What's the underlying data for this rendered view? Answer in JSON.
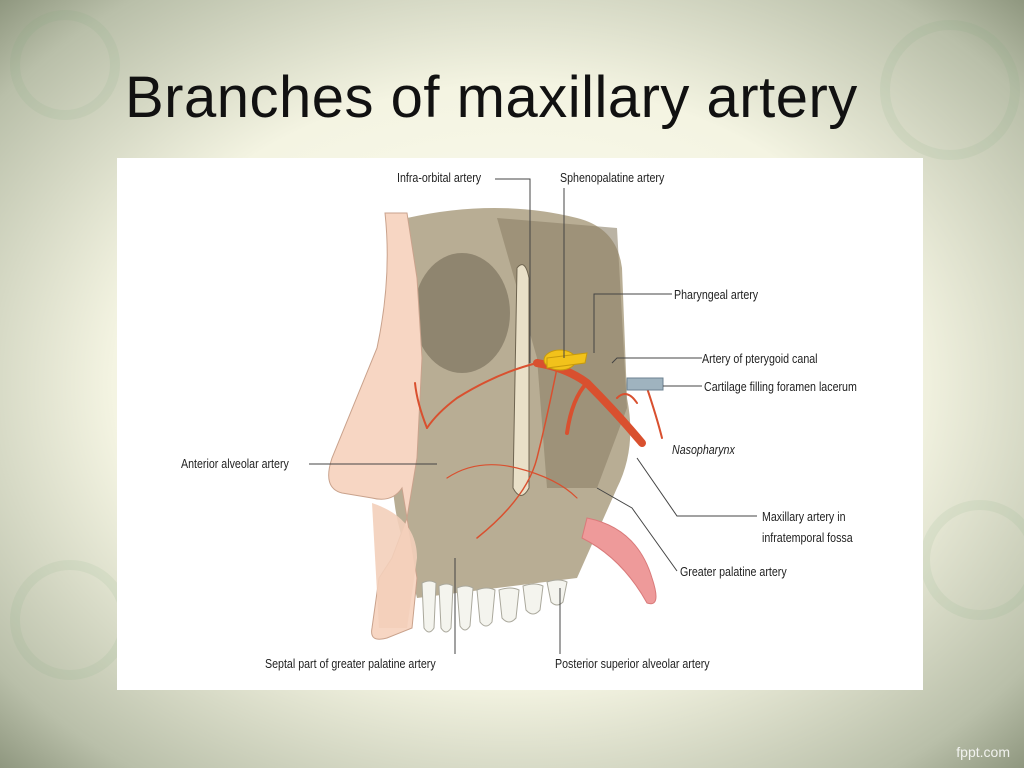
{
  "slide": {
    "title": "Branches of maxillary artery",
    "footer": "fppt.com"
  },
  "labels": {
    "infra_orbital": "Infra-orbital artery",
    "sphenopalatine": "Sphenopalatine artery",
    "pharyngeal": "Pharyngeal artery",
    "pterygoid_canal": "Artery of pterygoid canal",
    "cartilage": "Cartilage filling foramen lacerum",
    "nasopharynx": "Nasopharynx",
    "anterior_alveolar": "Anterior alveolar artery",
    "maxillary_line1": "Maxillary artery in",
    "maxillary_line2": "infratemporal fossa",
    "greater_palatine": "Greater palatine artery",
    "septal_part": "Septal part of greater palatine artery",
    "posterior_superior_alveolar": "Posterior superior alveolar artery"
  },
  "colors": {
    "skin": "#f7d6c3",
    "bone": "#b0a488",
    "artery": "#d9502f",
    "nerve": "#f2c21b",
    "tongue": "#ee9a9a",
    "leader": "#444444"
  }
}
